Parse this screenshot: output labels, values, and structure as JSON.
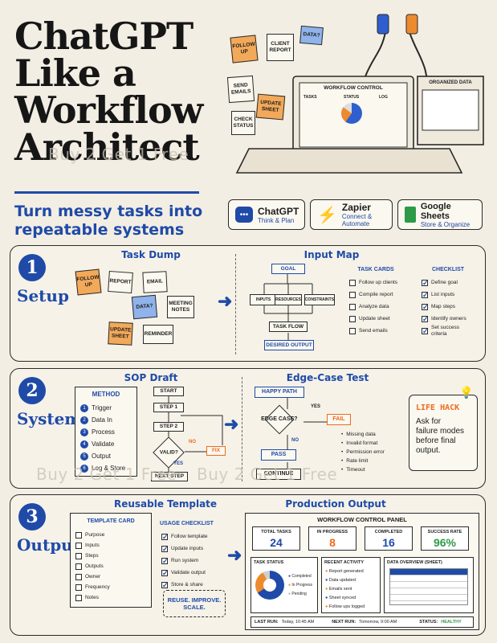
{
  "header": {
    "title": [
      "ChatGPT",
      "Like a",
      "Workflow",
      "Architect"
    ],
    "subtitle": [
      "Turn messy tasks into",
      "repeatable systems"
    ]
  },
  "watermark": "Buy 2 Get 1 Free",
  "hero": {
    "stickies": [
      "FOLLOW UP",
      "CLIENT REPORT",
      "DATA?",
      "SEND EMAILS",
      "UPDATE SHEET",
      "CHECK STATUS"
    ],
    "monitor": {
      "title": "WORKFLOW CONTROL",
      "cols": [
        "TASKS",
        "STATUS",
        "LOG"
      ]
    },
    "sheet_title": "ORGANIZED DATA"
  },
  "tools": [
    {
      "name": "ChatGPT",
      "desc": "Think & Plan",
      "icon": "chat-bubble-icon"
    },
    {
      "name": "Zapier",
      "desc": "Connect & Automate",
      "icon": "bolt-icon"
    },
    {
      "name": "Google Sheets",
      "desc": "Store & Organize",
      "icon": "sheet-icon"
    }
  ],
  "setup": {
    "num": "1",
    "label": "Setup",
    "dump_title": "Task Dump",
    "notes": [
      "FOLLOW UP",
      "REPORT",
      "EMAIL",
      "DATA?",
      "MEETING NOTES",
      "UPDATE SHEET",
      "REMINDER"
    ],
    "map_title": "Input Map",
    "flow": {
      "goal": "GOAL",
      "inputs": "INPUTS",
      "resources": "RESOURCES",
      "constraints": "CONSTRAINTS",
      "taskflow": "TASK FLOW",
      "output": "DESIRED OUTPUT"
    },
    "cards_title": "TASK CARDS",
    "cards": [
      "Follow up clients",
      "Compile report",
      "Analyze data",
      "Update sheet",
      "Send emails"
    ],
    "check_title": "CHECKLIST",
    "checklist": [
      "Define goal",
      "List inputs",
      "Map steps",
      "Identify owners",
      "Set success criteria"
    ]
  },
  "system": {
    "num": "2",
    "label": "System",
    "sop_title": "SOP Draft",
    "method_title": "METHOD",
    "method": [
      {
        "n": "1",
        "t": "Trigger"
      },
      {
        "n": "2",
        "t": "Data In"
      },
      {
        "n": "3",
        "t": "Process"
      },
      {
        "n": "4",
        "t": "Validate"
      },
      {
        "n": "5",
        "t": "Output"
      },
      {
        "n": "6",
        "t": "Log & Store"
      }
    ],
    "flow": {
      "start": "START",
      "s1": "STEP 1",
      "s2": "STEP 2",
      "valid": "VALID?",
      "no": "NO",
      "yes": "YES",
      "fix": "FIX",
      "next": "NEXT STEP"
    },
    "edge_title": "Edge-Case Test",
    "edge": {
      "happy": "HAPPY PATH",
      "case": "EDGE CASE?",
      "yes": "YES",
      "no": "NO",
      "fail": "FAIL",
      "pass": "PASS",
      "cont": "CONTINUE"
    },
    "fails": [
      "Missing data",
      "Invalid format",
      "Permission error",
      "Rate limit",
      "Timeout"
    ],
    "hack_title": "LIFE HACK",
    "hack_text": [
      "Ask for",
      "failure modes",
      "before final",
      "output."
    ]
  },
  "output": {
    "num": "3",
    "label": "Output",
    "tpl_title": "Reusable Template",
    "card_title": "TEMPLATE CARD",
    "card_fields": [
      "Purpose",
      "Inputs",
      "Steps",
      "Outputs",
      "Owner",
      "Frequency",
      "Notes"
    ],
    "usage_title": "USAGE CHECKLIST",
    "usage": [
      "Follow template",
      "Update inputs",
      "Run system",
      "Validate output",
      "Store & share"
    ],
    "reuse": [
      "REUSE. IMPROVE.",
      "SCALE."
    ],
    "prod_title": "Production Output",
    "panel_title": "WORKFLOW CONTROL PANEL",
    "stats": [
      {
        "l": "TOTAL TASKS",
        "v": "24"
      },
      {
        "l": "IN PROGRESS",
        "v": "8"
      },
      {
        "l": "COMPLETED",
        "v": "16"
      },
      {
        "l": "SUCCESS RATE",
        "v": "96%"
      }
    ],
    "status_title": "TASK STATUS",
    "legend": [
      "Completed",
      "In Progress",
      "Pending"
    ],
    "activity_title": "RECENT ACTIVITY",
    "activity": [
      "Report generated",
      "Data updated",
      "Emails sent",
      "Sheet synced",
      "Follow ups logged"
    ],
    "sheet_title": "DATA OVERVIEW (SHEET)",
    "footer": {
      "last_label": "LAST RUN:",
      "last_val": "Today, 10:45 AM",
      "next_label": "NEXT RUN:",
      "next_val": "Tomorrow, 9:00 AM",
      "status_label": "STATUS:",
      "status_val": "HEALTHY"
    }
  },
  "colors": {
    "accent": "#1f4aa8",
    "orange": "#f2a95a",
    "green": "#2e9a48",
    "ink": "#1d1d1d"
  }
}
